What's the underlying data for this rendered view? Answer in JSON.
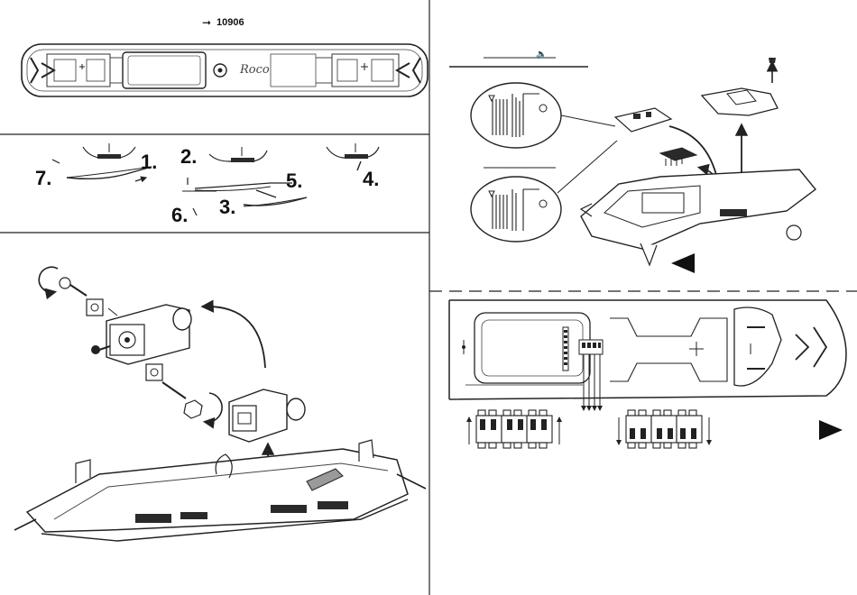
{
  "header": {
    "part_number": "10906",
    "brand_logo": "Roco"
  },
  "removal_steps": [
    "1.",
    "2.",
    "3.",
    "4.",
    "5.",
    "6.",
    "7."
  ],
  "icons": {
    "speaker": "speaker-icon",
    "part_ref_arrow": "arrow-right-icon",
    "prev_page": "triangle-left-icon",
    "next_page": "triangle-right-icon"
  },
  "colors": {
    "ink": "#111111",
    "line": "#222222",
    "fill_dark": "#2a2a2a",
    "fill_mid": "#9a9a9a"
  }
}
